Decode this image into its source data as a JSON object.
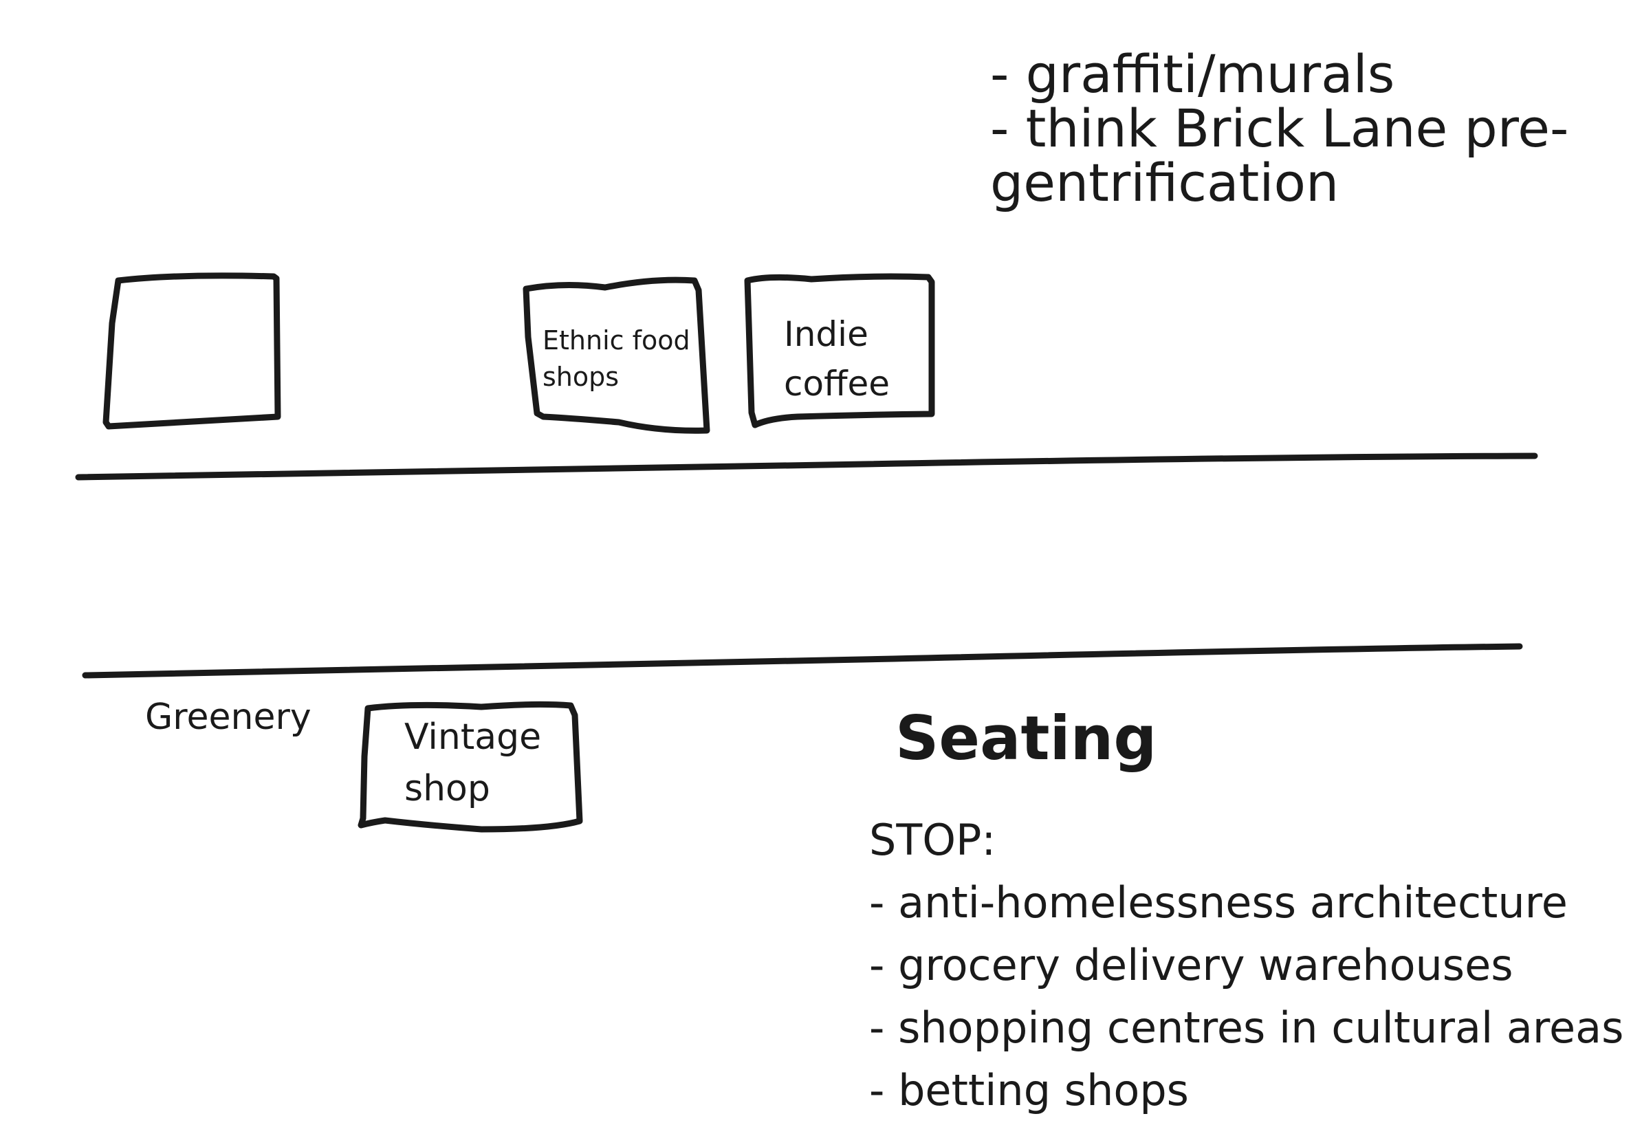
{
  "notes_top": {
    "line1": "- graffiti/murals",
    "line2": "- think Brick Lane pre-",
    "line3": "gentrification"
  },
  "shops": {
    "ethnic_food": {
      "line1": "Ethnic food",
      "line2": "shops"
    },
    "indie_coffee": {
      "line1": "Indie",
      "line2": "coffee"
    },
    "vintage": {
      "line1": "Vintage",
      "line2": "shop"
    }
  },
  "greenery_label": "Greenery",
  "seating_label": "Seating",
  "stop": {
    "heading": "STOP:",
    "items": [
      "- anti-homelessness architecture",
      "- grocery delivery warehouses",
      "- shopping centres in cultural areas",
      "- betting shops"
    ]
  },
  "colors": {
    "ink": "#1a1a1a",
    "background": "#ffffff"
  }
}
